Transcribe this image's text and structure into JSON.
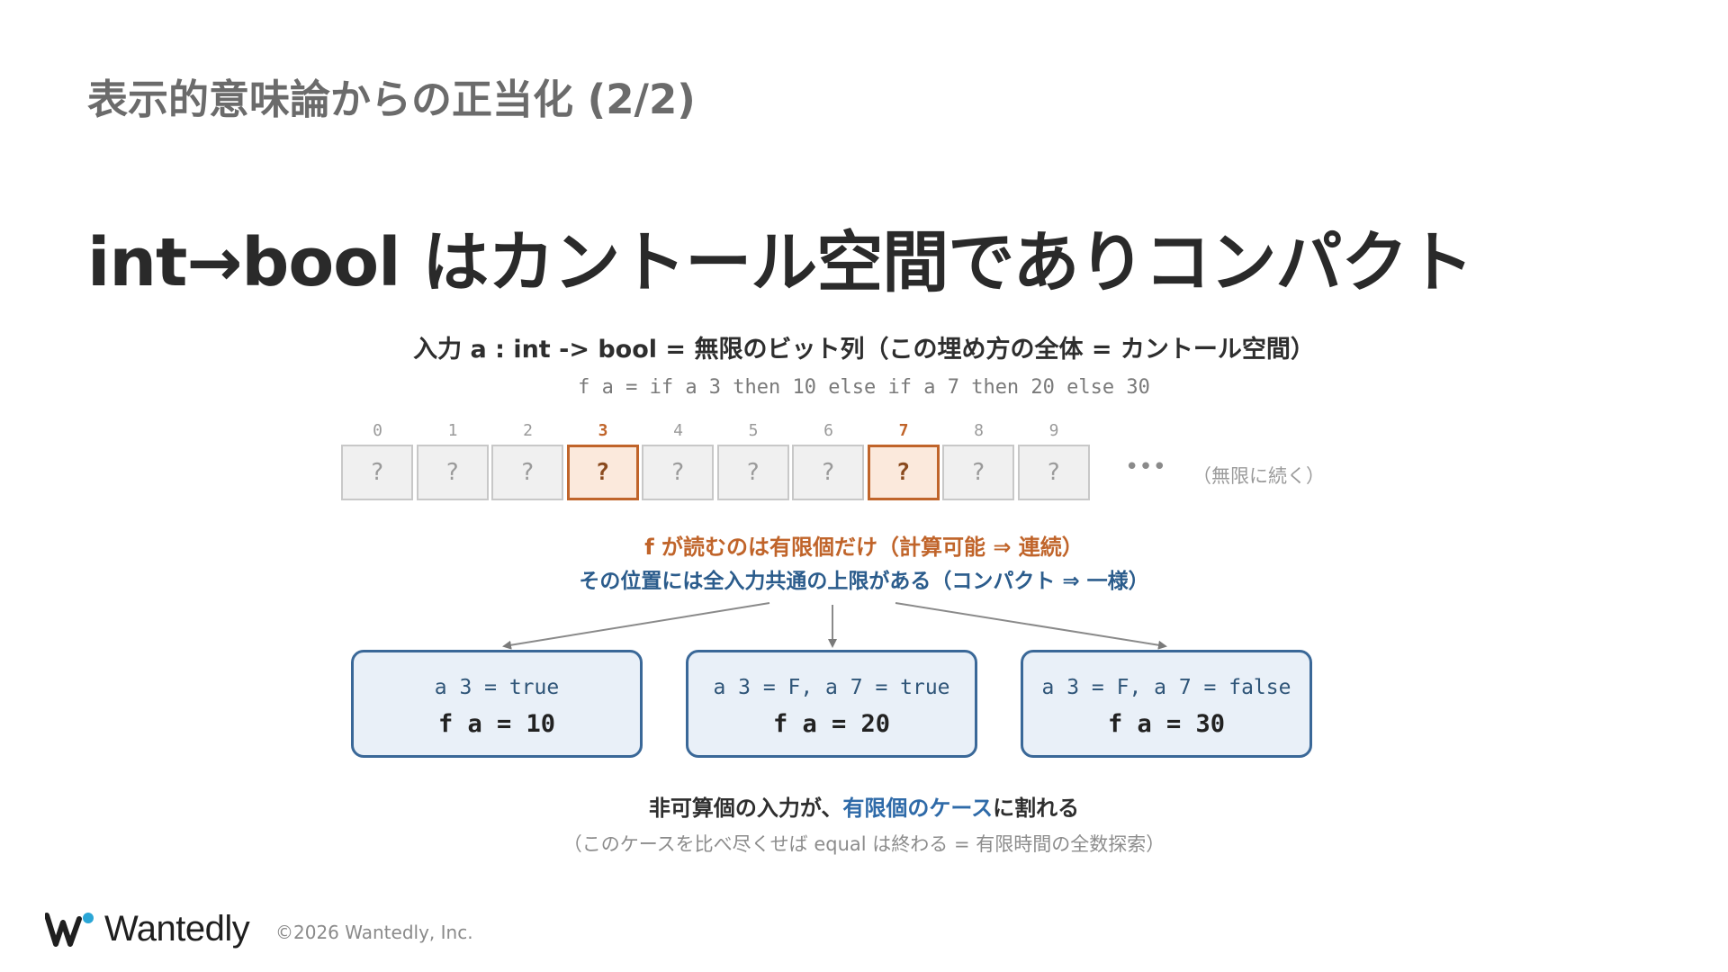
{
  "slide": {
    "section_title": "表示的意味論からの正当化 (2/2)",
    "headline": "int→bool はカントール空間でありコンパクト"
  },
  "diagram": {
    "input_description": "入力 a : int -> bool = 無限のビット列（この埋め方の全体 = カントール空間）",
    "function_definition": "f a = if a 3 then 10 else if a 7 then 20 else 30",
    "bits": [
      {
        "index": "0",
        "value": "?",
        "highlight": false
      },
      {
        "index": "1",
        "value": "?",
        "highlight": false
      },
      {
        "index": "2",
        "value": "?",
        "highlight": false
      },
      {
        "index": "3",
        "value": "?",
        "highlight": true
      },
      {
        "index": "4",
        "value": "?",
        "highlight": false
      },
      {
        "index": "5",
        "value": "?",
        "highlight": false
      },
      {
        "index": "6",
        "value": "?",
        "highlight": false
      },
      {
        "index": "7",
        "value": "?",
        "highlight": true
      },
      {
        "index": "8",
        "value": "?",
        "highlight": false
      },
      {
        "index": "9",
        "value": "?",
        "highlight": false
      }
    ],
    "ellipsis": "•••",
    "infinite_note": "（無限に続く）",
    "finite_read_note": "f が読むのは有限個だけ（計算可能 ⇒ 連続）",
    "compact_note": "その位置には全入力共通の上限がある（コンパクト ⇒ 一様）",
    "cases": [
      {
        "condition": "a 3 = true",
        "result": "f a = 10"
      },
      {
        "condition": "a 3 = F, a 7 = true",
        "result": "f a = 20"
      },
      {
        "condition": "a 3 = F, a 7 = false",
        "result": "f a = 30"
      }
    ],
    "summary_prefix": "非可算個の入力が、",
    "summary_accent": "有限個のケース",
    "summary_suffix": "に割れる",
    "summary_note": "（このケースを比べ尽くせば equal は終わる = 有限時間の全数探索）"
  },
  "colors": {
    "highlight": "#c0642a",
    "highlight_fill": "#fbe9dc",
    "accent_blue": "#2e6aa8",
    "box_border": "#3a6898",
    "box_fill": "#e9f0f8",
    "logo_dot": "#2aa6d6"
  },
  "footer": {
    "logo_text": "Wantedly",
    "logo_mark": "wantedly-w-mark",
    "copyright": "©2026 Wantedly, Inc."
  }
}
